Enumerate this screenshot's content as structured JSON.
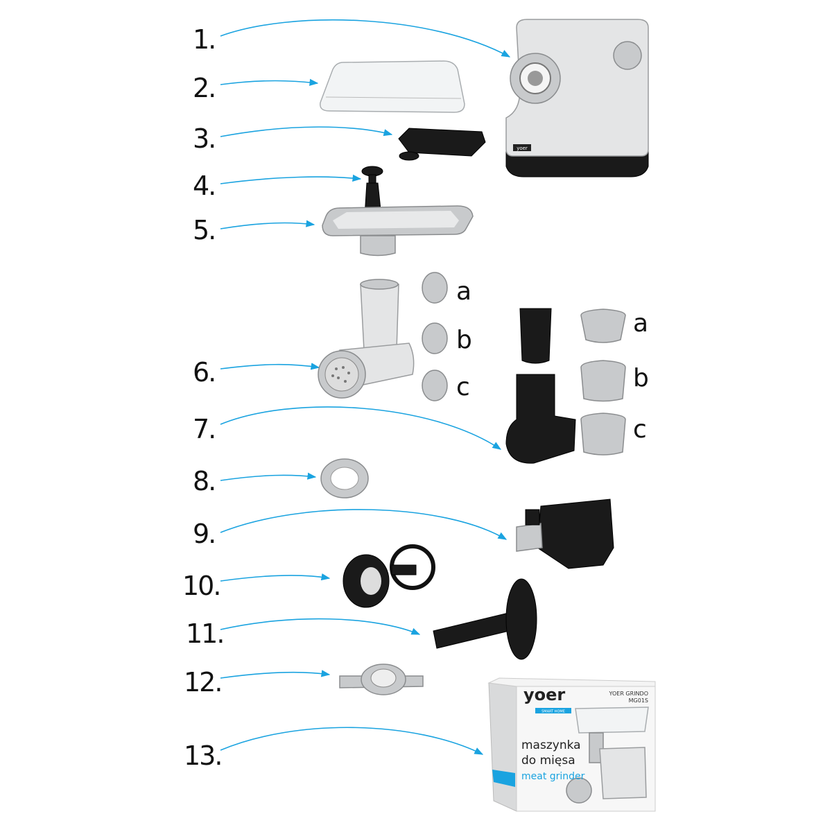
{
  "part_numbers": [
    "1.",
    "2.",
    "3.",
    "4.",
    "5.",
    "6.",
    "7.",
    "8.",
    "9.",
    "10.",
    "11.",
    "12.",
    "13."
  ],
  "plate_letters": [
    "a",
    "b",
    "c"
  ],
  "grater_letters": [
    "a",
    "b",
    "c"
  ],
  "colors": {
    "arrow": "#1aa3e0",
    "text": "#111111",
    "accent": "#1aa3e0"
  },
  "box": {
    "brand": "yoer",
    "brand_tagline": "SMART HOME",
    "model_name": "YOER GRINDO",
    "model_code": "MG01S",
    "title_pl_line1": "maszynka",
    "title_pl_line2": "do mięsa",
    "title_en": "meat grinder"
  },
  "motor_badge": "yoer"
}
